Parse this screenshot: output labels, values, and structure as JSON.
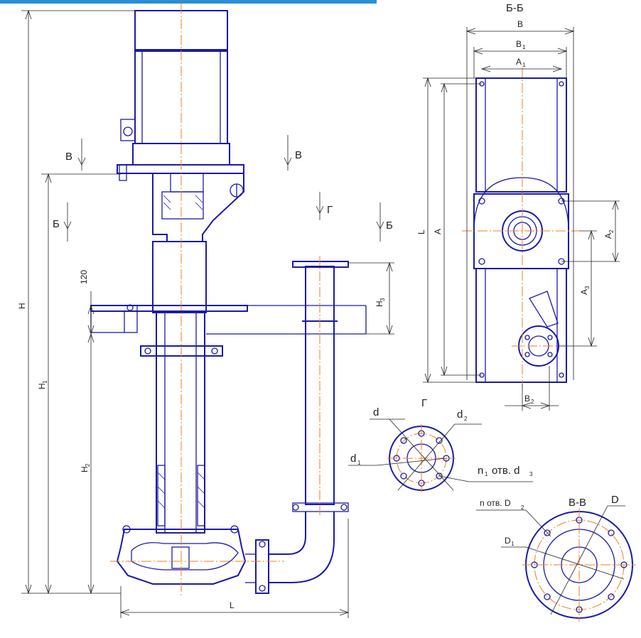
{
  "section_titles": {
    "bb": "Б-Б",
    "vv": "В-В",
    "g": "Г"
  },
  "cut_marks": {
    "v_left": "В",
    "v_right": "В",
    "b_left": "Б",
    "b_right": "Б",
    "g": "Г"
  },
  "main_view": {
    "H": "H",
    "H1": "H",
    "H1_sub": "1",
    "H2": "H",
    "H2_sub": "2",
    "H3": "H",
    "H3_sub": "3",
    "dim_120": "120",
    "L_bottom": "L"
  },
  "section_bb": {
    "B": "B",
    "B1": "B",
    "B1_sub": "1",
    "A1": "A",
    "A1_sub": "1",
    "L": "L",
    "A": "A",
    "A2": "A",
    "A2_sub": "2",
    "A3": "A",
    "A3_sub": "3",
    "B2": "B",
    "B2_sub": "2"
  },
  "flange_g": {
    "d": "d",
    "d1": "d",
    "d1_sub": "1",
    "d2": "d",
    "d2_sub": "2",
    "holes": "n",
    "holes_sub": "1",
    "holes_text": "отв. d",
    "holes_d_sub": "3"
  },
  "flange_vv": {
    "holes": "n отв. D",
    "holes_sub": "2",
    "D": "D",
    "D1": "D",
    "D1_sub": "1"
  },
  "colors": {
    "line": "#1a1aa6",
    "axis": "#f07d1b",
    "dimension": "#222222",
    "top_bar": "#2a8fd6"
  }
}
